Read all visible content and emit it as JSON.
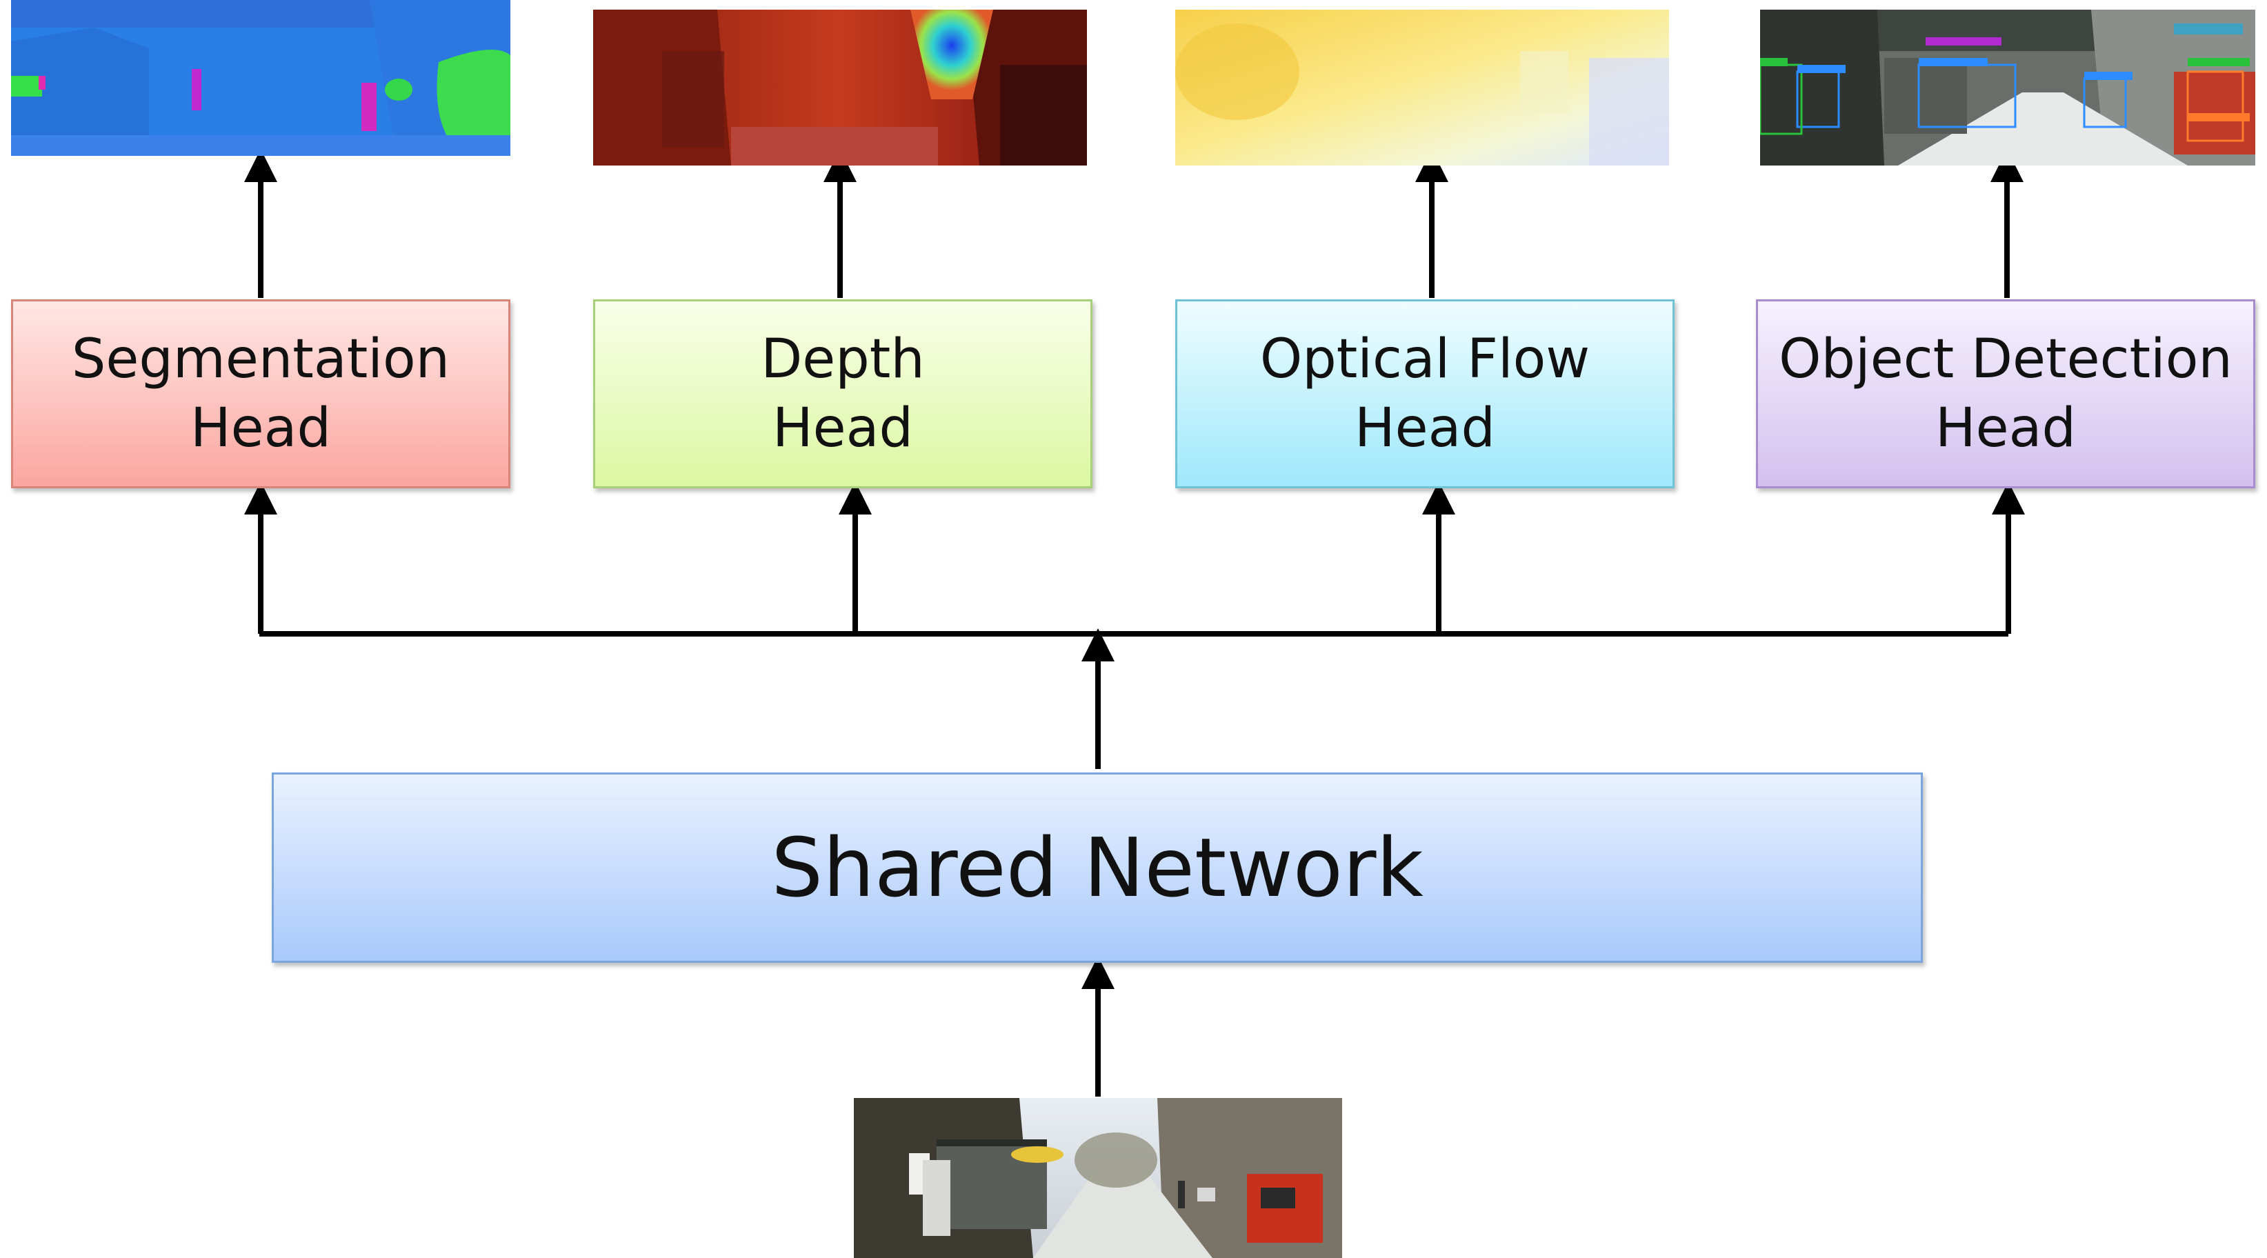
{
  "heads": [
    {
      "id": "segmentation",
      "line1": "Segmentation",
      "line2": "Head"
    },
    {
      "id": "depth",
      "line1": "Depth",
      "line2": "Head"
    },
    {
      "id": "optical-flow",
      "line1": "Optical Flow",
      "line2": "Head"
    },
    {
      "id": "object-detection",
      "line1": "Object Detection",
      "line2": "Head"
    }
  ],
  "shared": {
    "label": "Shared Network"
  },
  "colors": {
    "segmentation_box": "#fca6a0",
    "depth_box": "#dcf7a2",
    "optical_flow_box": "#9fe8fb",
    "object_detection_box": "#d3c1ee",
    "shared_box": "#a9c9fb",
    "arrow": "#000000"
  }
}
